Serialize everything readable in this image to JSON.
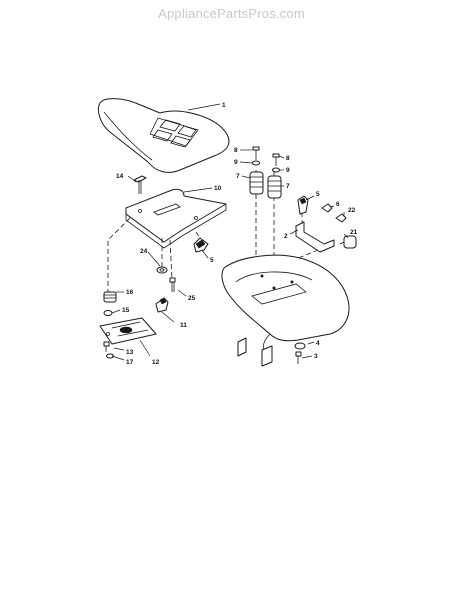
{
  "watermark": "AppliancePartsPros.com",
  "callouts": [
    {
      "label": "1"
    },
    {
      "label": "2"
    },
    {
      "label": "3"
    },
    {
      "label": "4"
    },
    {
      "label": "5"
    },
    {
      "label": "5"
    },
    {
      "label": "6"
    },
    {
      "label": "7"
    },
    {
      "label": "7"
    },
    {
      "label": "8"
    },
    {
      "label": "8"
    },
    {
      "label": "9"
    },
    {
      "label": "9"
    },
    {
      "label": "10"
    },
    {
      "label": "11"
    },
    {
      "label": "12"
    },
    {
      "label": "13"
    },
    {
      "label": "14"
    },
    {
      "label": "15"
    },
    {
      "label": "16"
    },
    {
      "label": "17"
    },
    {
      "label": "21"
    },
    {
      "label": "22"
    },
    {
      "label": "24"
    },
    {
      "label": "25"
    }
  ]
}
